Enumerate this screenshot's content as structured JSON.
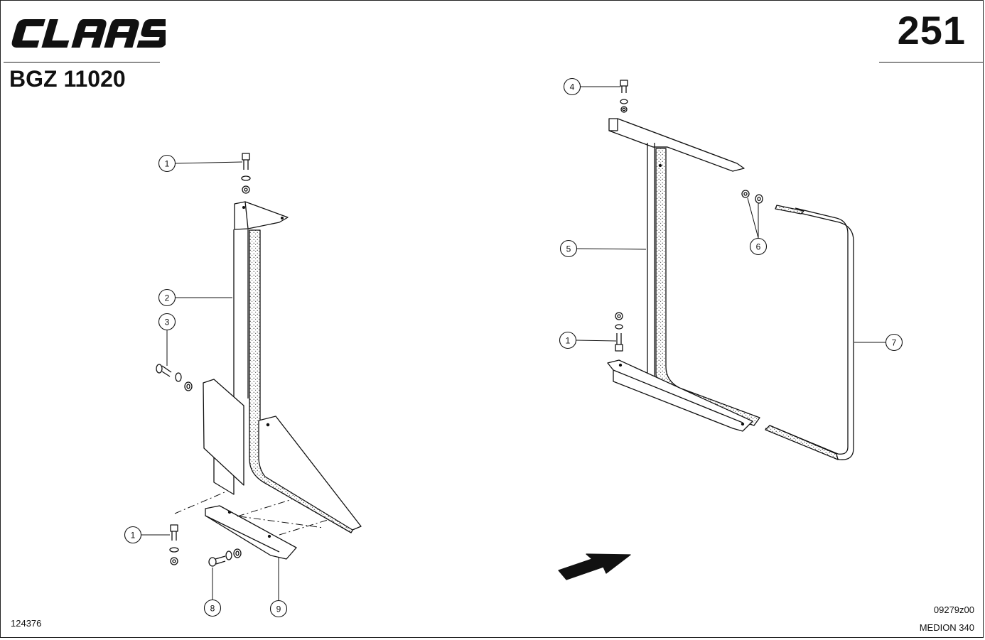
{
  "header": {
    "brand": "CLAAS",
    "page_number": "251",
    "group_code": "BGZ 11020"
  },
  "callouts": [
    "1",
    "2",
    "3",
    "1",
    "8",
    "9",
    "4",
    "5",
    "6",
    "1",
    "7"
  ],
  "footer": {
    "drawing_ref": "124376",
    "image_ref": "09279z00",
    "model": "MEDION 340"
  }
}
